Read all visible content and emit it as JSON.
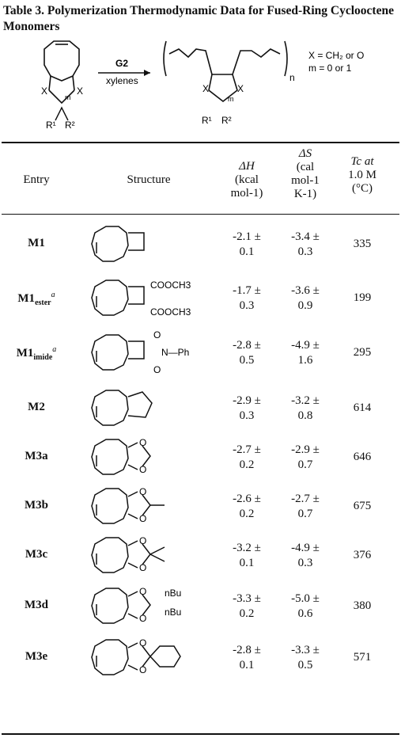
{
  "caption": "Table 3. Polymerization Thermodynamic Data for Fused-Ring Cyclooctene Monomers",
  "scheme": {
    "catalyst": "G2",
    "solvent": "xylenes",
    "conditions_line1": "X = CH₂ or O",
    "conditions_line2": "m = 0 or 1",
    "x_label": "X",
    "m_label": "m",
    "n_label": "n",
    "r1": "R¹",
    "r2": "R²"
  },
  "headers": {
    "entry": "Entry",
    "structure": "Structure",
    "dh": [
      "ΔH",
      "(kcal",
      "mol-1)"
    ],
    "ds": [
      "ΔS",
      "(cal",
      "mol-1",
      "K-1)"
    ],
    "tc": [
      "Tc at",
      "1.0 M",
      "(°C)"
    ]
  },
  "rows": [
    {
      "entry": "M1",
      "sub": "",
      "sup": "",
      "dh1": "-2.1 ±",
      "dh2": "0.1",
      "ds1": "-3.4 ±",
      "ds2": "0.3",
      "tc": "335"
    },
    {
      "entry": "M1",
      "sub": "ester",
      "sup": "a",
      "dh1": "-1.7 ±",
      "dh2": "0.3",
      "ds1": "-3.6 ±",
      "ds2": "0.9",
      "tc": "199",
      "labels": [
        "COOCH3",
        "COOCH3"
      ]
    },
    {
      "entry": "M1",
      "sub": "imide",
      "sup": "a",
      "dh1": "-2.8 ±",
      "dh2": "0.5",
      "ds1": "-4.9 ±",
      "ds2": "1.6",
      "tc": "295",
      "labels": [
        "O",
        "N—Ph",
        "O"
      ]
    },
    {
      "entry": "M2",
      "sub": "",
      "sup": "",
      "dh1": "-2.9 ±",
      "dh2": "0.3",
      "ds1": "-3.2 ±",
      "ds2": "0.8",
      "tc": "614"
    },
    {
      "entry": "M3a",
      "sub": "",
      "sup": "",
      "dh1": "-2.7 ±",
      "dh2": "0.2",
      "ds1": "-2.9 ±",
      "ds2": "0.7",
      "tc": "646",
      "labels": [
        "O",
        "O"
      ]
    },
    {
      "entry": "M3b",
      "sub": "",
      "sup": "",
      "dh1": "-2.6 ±",
      "dh2": "0.2",
      "ds1": "-2.7 ±",
      "ds2": "0.7",
      "tc": "675",
      "labels": [
        "O",
        "O"
      ]
    },
    {
      "entry": "M3c",
      "sub": "",
      "sup": "",
      "dh1": "-3.2 ±",
      "dh2": "0.1",
      "ds1": "-4.9 ±",
      "ds2": "0.3",
      "tc": "376",
      "labels": [
        "O",
        "O"
      ]
    },
    {
      "entry": "M3d",
      "sub": "",
      "sup": "",
      "dh1": "-3.3 ±",
      "dh2": "0.2",
      "ds1": "-5.0 ±",
      "ds2": "0.6",
      "tc": "380",
      "labels": [
        "O",
        "O",
        "nBu",
        "nBu"
      ]
    },
    {
      "entry": "M3e",
      "sub": "",
      "sup": "",
      "dh1": "-2.8 ±",
      "dh2": "0.1",
      "ds1": "-3.3 ±",
      "ds2": "0.5",
      "tc": "571",
      "labels": [
        "O",
        "O"
      ]
    }
  ]
}
